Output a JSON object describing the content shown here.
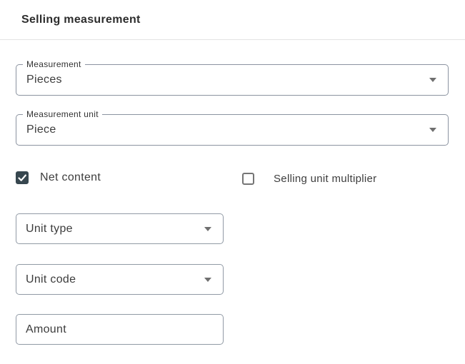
{
  "header": {
    "title": "Selling measurement"
  },
  "form": {
    "measurement": {
      "label": "Measurement",
      "value": "Pieces"
    },
    "measurement_unit": {
      "label": "Measurement unit",
      "value": "Piece"
    },
    "net_content": {
      "label": "Net content",
      "checked": true
    },
    "selling_unit_multiplier": {
      "label": "Selling unit multiplier",
      "checked": false
    },
    "unit_type": {
      "label": "Unit type"
    },
    "unit_code": {
      "label": "Unit code"
    },
    "amount": {
      "placeholder": "Amount"
    }
  },
  "colors": {
    "checkbox_checked": "#37474f",
    "field_border": "#8b93a0",
    "text_primary": "#3c3c3c",
    "divider": "#e4e4e4"
  },
  "icons": {
    "dropdown_caret": "caret-down-icon",
    "checkmark": "checkmark-icon"
  }
}
